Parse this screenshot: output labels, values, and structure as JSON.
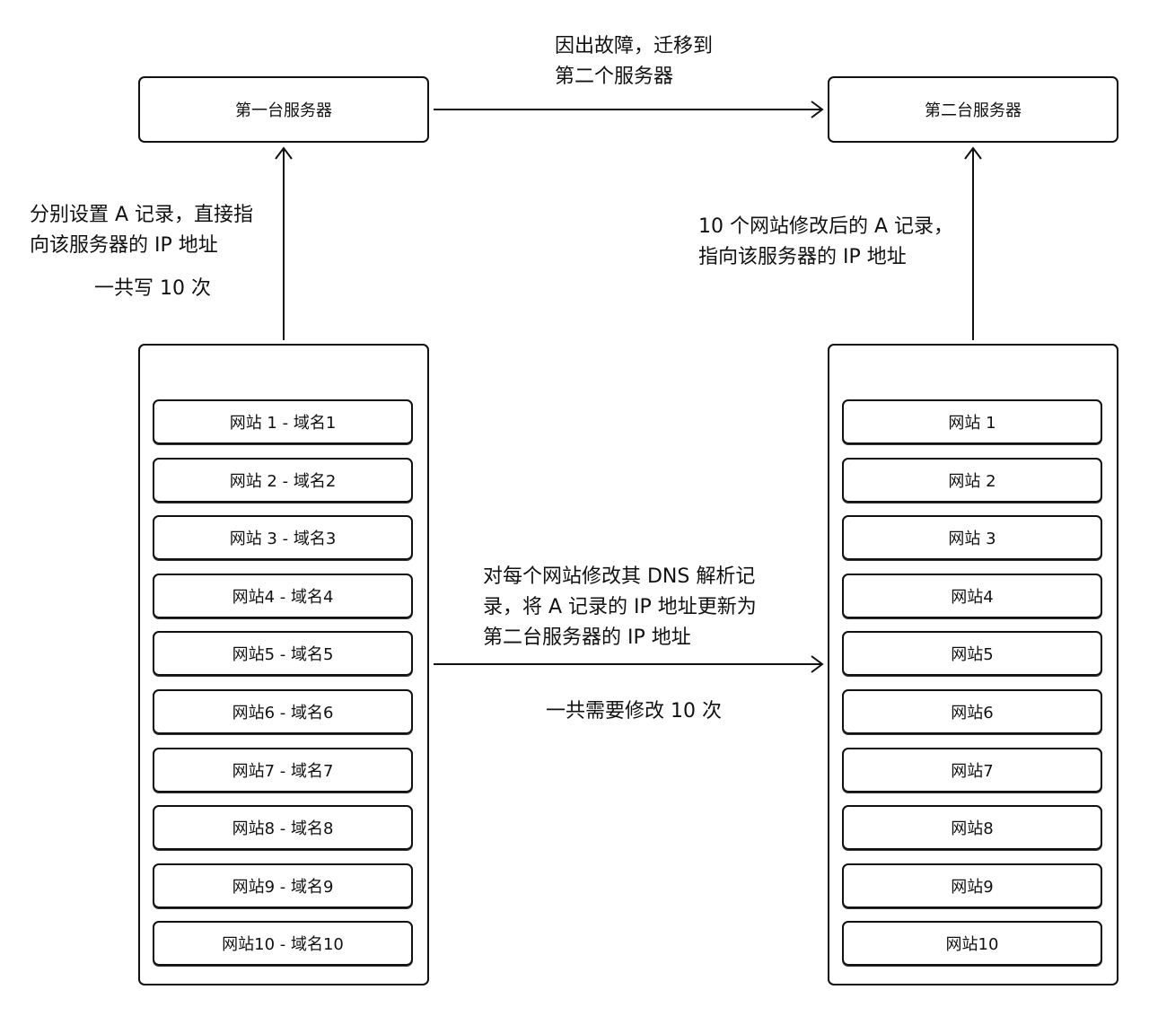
{
  "servers": {
    "first": "第一台服务器",
    "second": "第二台服务器"
  },
  "notes": {
    "migrate": [
      "因出故障，迁移到",
      "第二个服务器"
    ],
    "left_a_record": [
      "分别设置 A 记录，直接指",
      "向该服务器的 IP 地址"
    ],
    "left_count": "一共写 10 次",
    "right_a_record": [
      "10 个网站修改后的 A 记录，",
      "指向该服务器的 IP 地址"
    ],
    "update": [
      "对每个网站修改其 DNS 解析记",
      "录，将 A 记录的 IP 地址更新为",
      "第二台服务器的 IP 地址"
    ],
    "update_count": "一共需要修改 10 次"
  },
  "left_sites": [
    "网站 1  - 域名1",
    "网站 2 - 域名2",
    "网站 3 - 域名3",
    "网站4 - 域名4",
    "网站5 - 域名5",
    "网站6 - 域名6",
    "网站7 - 域名7",
    "网站8 - 域名8",
    "网站9 - 域名9",
    "网站10 - 域名10"
  ],
  "right_sites": [
    "网站 1",
    "网站 2",
    "网站 3",
    "网站4",
    "网站5",
    "网站6",
    "网站7",
    "网站8",
    "网站9",
    "网站10"
  ]
}
